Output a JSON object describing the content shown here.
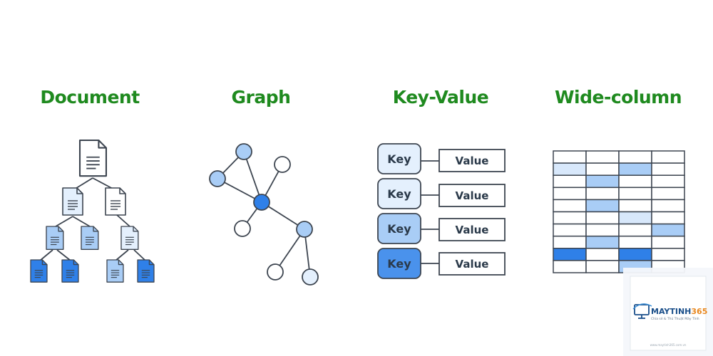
{
  "titles": {
    "document": "Document",
    "graph": "Graph",
    "key_value": "Key-Value",
    "wide_column": "Wide-column"
  },
  "key_value": {
    "pairs": [
      {
        "key": "Key",
        "value": "Value",
        "shade": "#e4f0fd"
      },
      {
        "key": "Key",
        "value": "Value",
        "shade": "#e4f0fd"
      },
      {
        "key": "Key",
        "value": "Value",
        "shade": "#a9cdf6"
      },
      {
        "key": "Key",
        "value": "Value",
        "shade": "#4a92ec"
      }
    ]
  },
  "wide_column": {
    "rows": 10,
    "cols": 4,
    "highlights": [
      {
        "row": 1,
        "col": 0,
        "color": "#d8e8fb"
      },
      {
        "row": 1,
        "col": 2,
        "color": "#a9cdf6"
      },
      {
        "row": 2,
        "col": 1,
        "color": "#a9cdf6"
      },
      {
        "row": 4,
        "col": 1,
        "color": "#a9cdf6"
      },
      {
        "row": 5,
        "col": 2,
        "color": "#d8e8fb"
      },
      {
        "row": 6,
        "col": 3,
        "color": "#a9cdf6"
      },
      {
        "row": 7,
        "col": 1,
        "color": "#a9cdf6"
      },
      {
        "row": 8,
        "col": 0,
        "color": "#2f80e8"
      },
      {
        "row": 8,
        "col": 2,
        "color": "#2f80e8"
      },
      {
        "row": 9,
        "col": 2,
        "color": "#a9cdf6"
      }
    ]
  },
  "colors": {
    "title_green": "#1f8a1f",
    "stroke": "#3d4550",
    "light_blue": "#e4f0fd",
    "mid_blue": "#a9cdf6",
    "dark_blue": "#2f80e8"
  },
  "watermark": {
    "brand": "MAYTINH",
    "brand_num": "365",
    "tagline": "Chia sẻ & Thủ Thuật Máy Tính",
    "url": "www.maytinh365.com.vn"
  }
}
